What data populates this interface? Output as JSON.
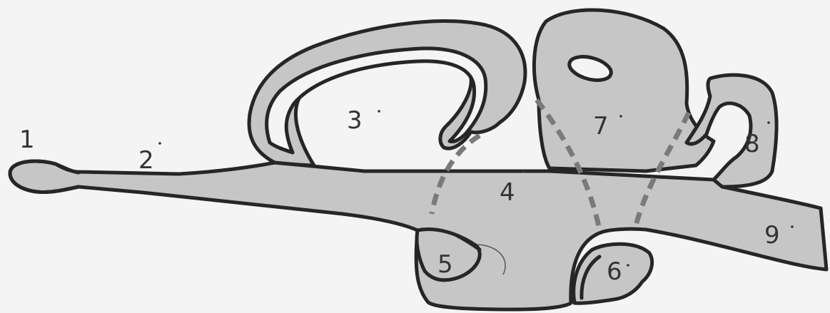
{
  "diagram": {
    "labels": [
      {
        "id": "1",
        "text": "1"
      },
      {
        "id": "2",
        "text": "2"
      },
      {
        "id": "3",
        "text": "3"
      },
      {
        "id": "4",
        "text": "4"
      },
      {
        "id": "5",
        "text": "5"
      },
      {
        "id": "6",
        "text": "6"
      },
      {
        "id": "7",
        "text": "7"
      },
      {
        "id": "8",
        "text": "8"
      },
      {
        "id": "9",
        "text": "9"
      }
    ],
    "colors": {
      "background": "#f4f4f4",
      "fill": "#c6c6c6",
      "outline": "#262626",
      "boundary": "#7a7a7a",
      "label": "#333333"
    }
  }
}
